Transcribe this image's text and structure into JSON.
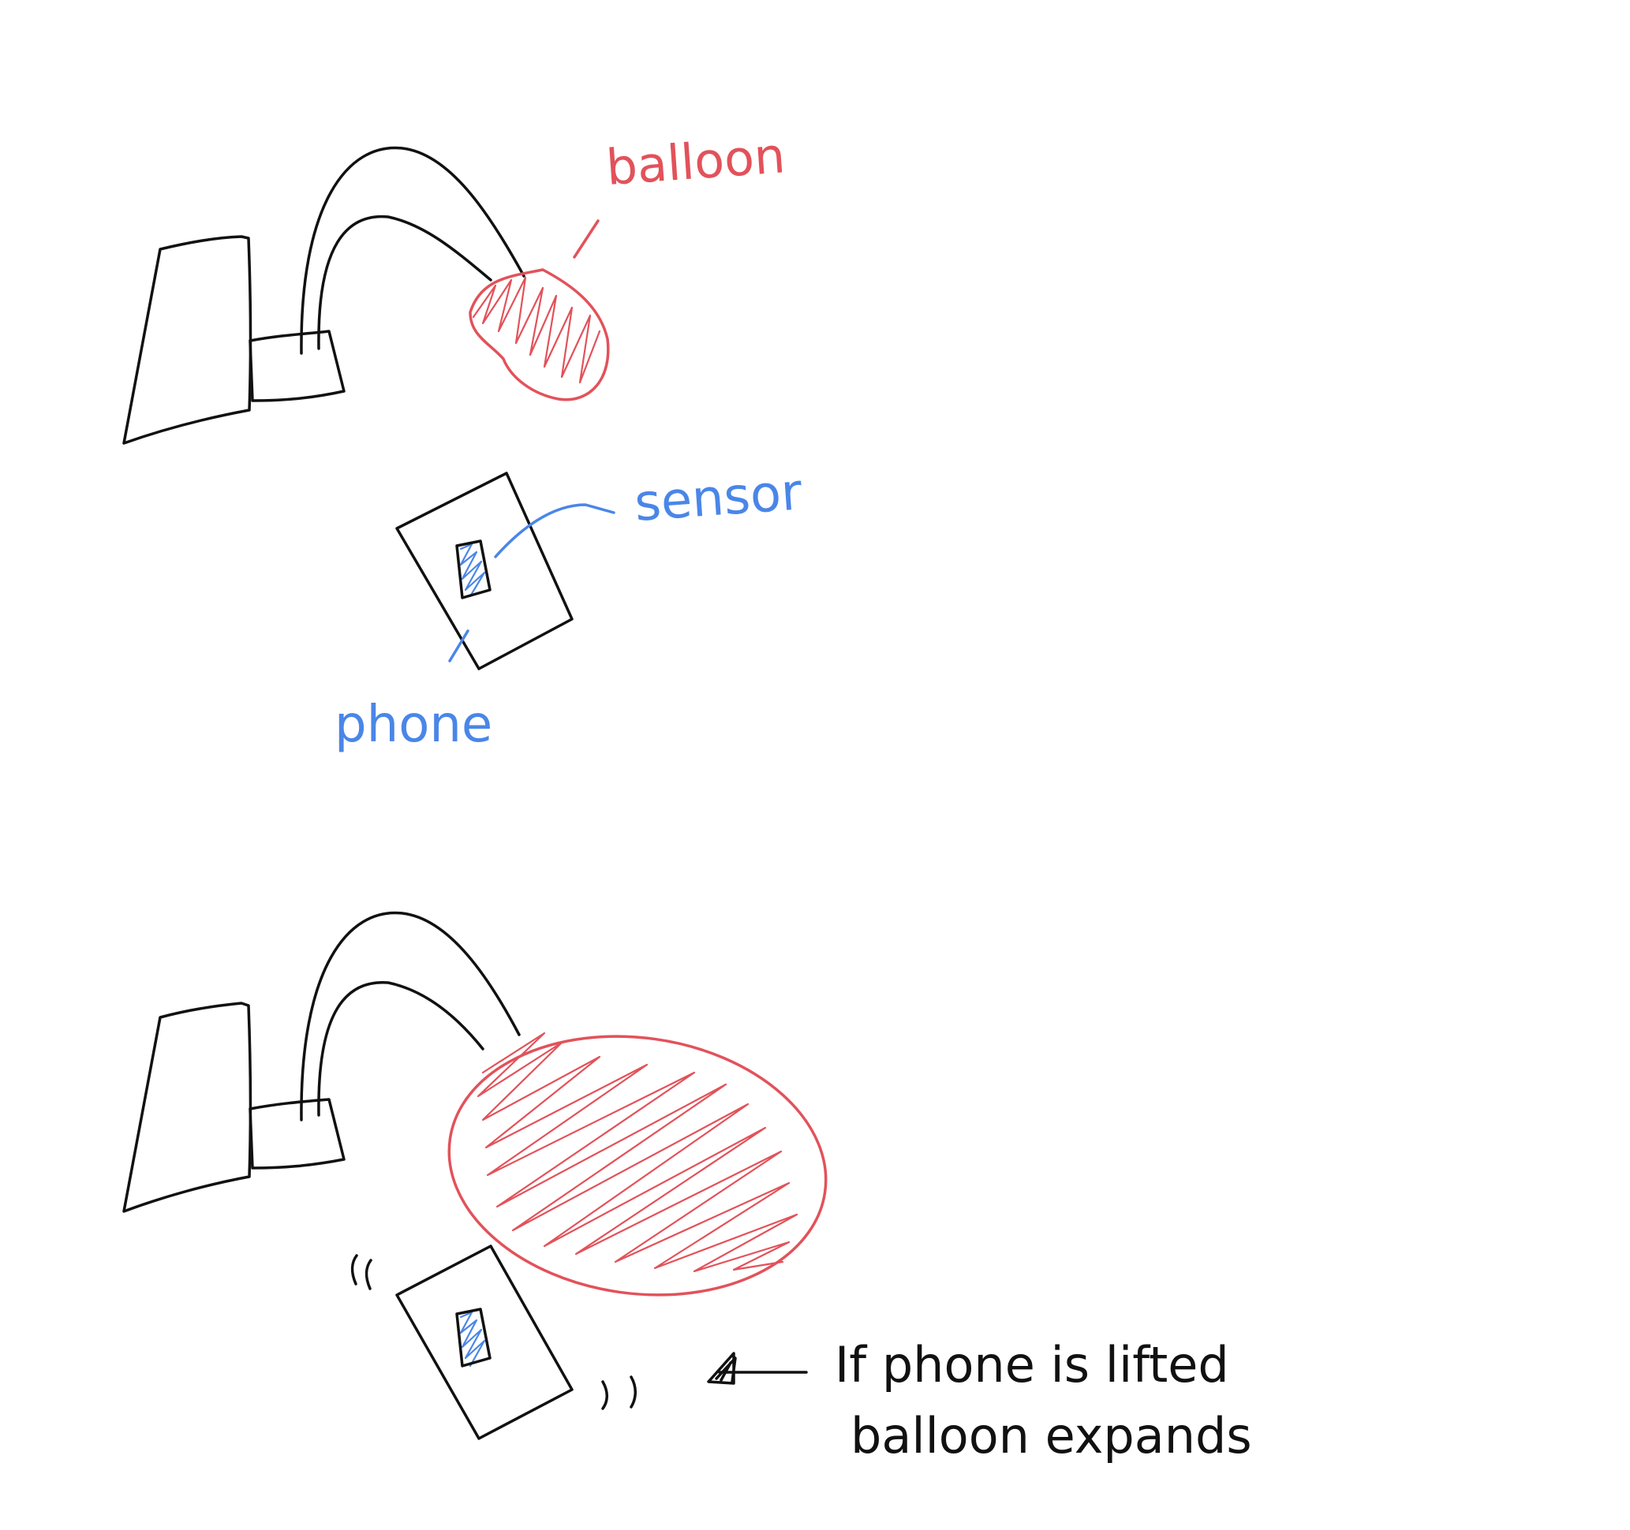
{
  "colors": {
    "ink": "#111111",
    "balloon": "#e2525a",
    "sensor": "#4a86e8"
  },
  "labels": {
    "balloon": "balloon",
    "sensor": "sensor",
    "phone": "phone",
    "caption_line1": "If phone is lifted",
    "caption_line2": "balloon expands"
  },
  "icons": {
    "arrow": "left-arrow-icon",
    "vibration": "vibration-marks-icon"
  }
}
